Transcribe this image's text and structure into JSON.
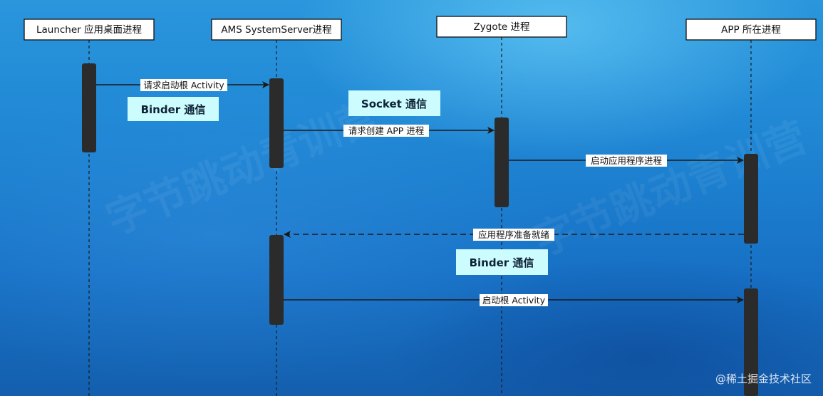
{
  "participants": [
    {
      "id": "launcher",
      "label": "Launcher 应用桌面进程"
    },
    {
      "id": "ams",
      "label": "AMS SystemServer进程"
    },
    {
      "id": "zygote",
      "label": "Zygote 进程"
    },
    {
      "id": "app",
      "label": "APP 所在进程"
    }
  ],
  "messages": [
    {
      "label": "请求启动根 Activity",
      "style": "solid"
    },
    {
      "label": "请求创建 APP 进程",
      "style": "solid"
    },
    {
      "label": "启动应用程序进程",
      "style": "solid"
    },
    {
      "label": "应用程序准备就绪",
      "style": "dashed"
    },
    {
      "label": "启动根 Activity",
      "style": "solid"
    }
  ],
  "notes": [
    {
      "label": "Binder 通信"
    },
    {
      "label": "Socket 通信"
    },
    {
      "label": "Binder 通信"
    }
  ],
  "watermark": {
    "text": "字节跳动青训营"
  },
  "footer": {
    "text": "@稀土掘金技术社区"
  },
  "colors": {
    "activation": "#2b2b2b",
    "note_fill": "#cdfcff",
    "arrow": "#1a1a1a",
    "participant_fill": "#ffffff"
  }
}
